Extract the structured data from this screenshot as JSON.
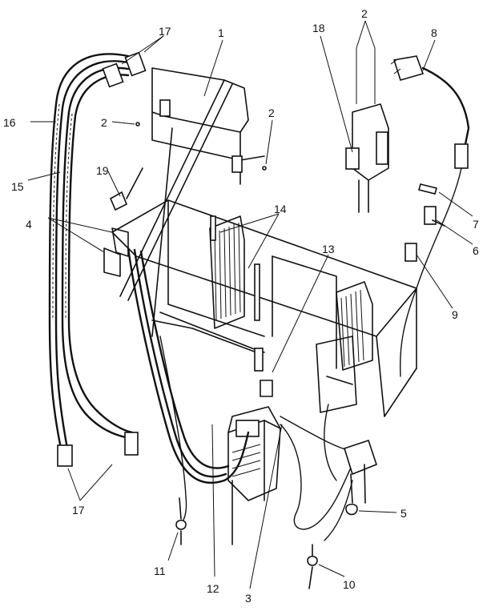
{
  "callouts": {
    "c1": "1",
    "c2a": "2",
    "c2b": "2",
    "c2c": "2",
    "c3": "3",
    "c4": "4",
    "c5": "5",
    "c6": "6",
    "c7": "7",
    "c8": "8",
    "c9": "9",
    "c10": "10",
    "c11": "11",
    "c12": "12",
    "c13": "13",
    "c14": "14",
    "c15": "15",
    "c16": "16",
    "c17a": "17",
    "c17b": "17",
    "c18": "18",
    "c19": "19"
  }
}
